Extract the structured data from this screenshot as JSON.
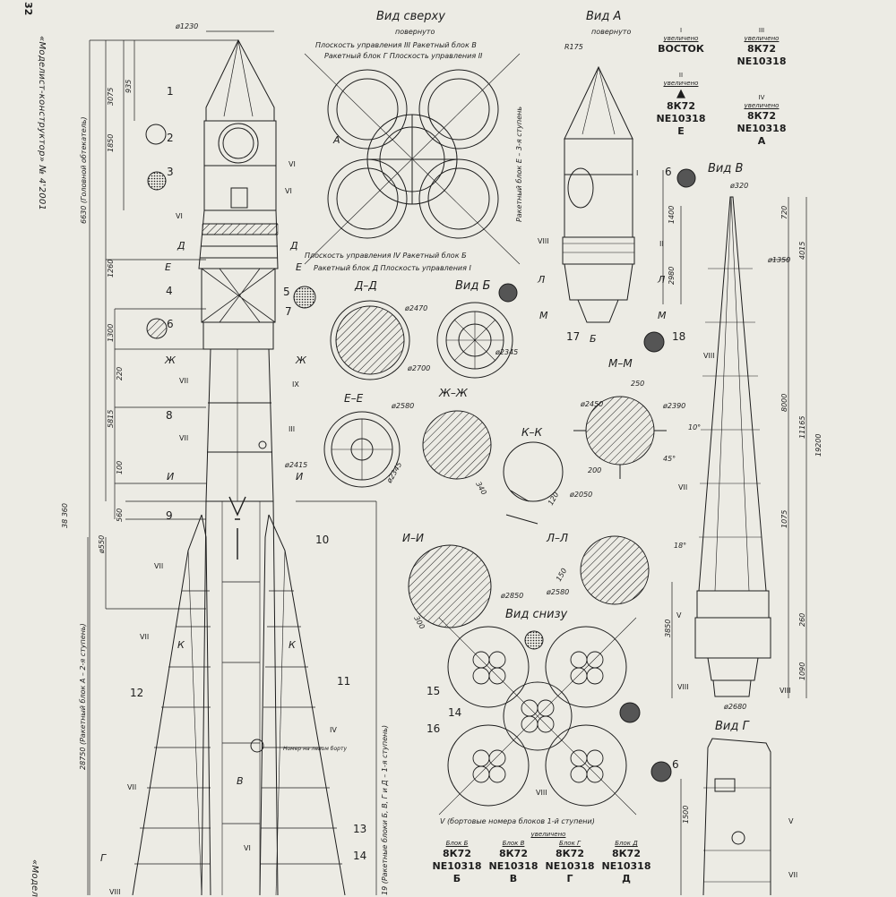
{
  "page_number": "32",
  "journal": "«Моделист-конструктор» № 4'2001",
  "journal_cut": "«Модел",
  "views": {
    "top": {
      "title": "Вид сверху",
      "note": "повернуто",
      "l1": "Плоскость управления III Ракетный блок В",
      "l2": "Ракетный блок Г  Плоскость управления II",
      "l3": "Плоскость управления IV Ракетный блок Б",
      "l4": "Ракетный блок Д  Плоскость управления I"
    },
    "a": {
      "title": "Вид А",
      "note": "повернуто",
      "r": "R175",
      "side": "Ракетный блок Е – 3-я ступень"
    },
    "b": {
      "title": "Вид Б"
    },
    "v": {
      "title": "Вид В"
    },
    "g": {
      "title": "Вид Г"
    },
    "bottom": {
      "title": "Вид снизу",
      "caption": "V (бортовые номера блоков 1-й ступени)",
      "zoom": "увеличено"
    }
  },
  "sections": {
    "dd": "Д–Д",
    "ee": "Е–Е",
    "zhzh": "Ж–Ж",
    "kk": "К–К",
    "mm": "М–М",
    "ii": "И–И",
    "ll": "Л–Л"
  },
  "markings": {
    "m1": {
      "roman": "I",
      "zoom": "увеличено",
      "text": "ВОСТОК"
    },
    "m2": {
      "roman": "II",
      "zoom": "увеличено",
      "text1": "8К72",
      "text2": "NE10318",
      "letter": "Е"
    },
    "m3": {
      "roman": "III",
      "zoom": "увеличено",
      "text": "8К72",
      "text2": "NE10318"
    },
    "m4": {
      "roman": "IV",
      "zoom": "увеличено",
      "text1": "8К72",
      "text2": "NE10318",
      "letter": "А"
    },
    "blocks": [
      {
        "head": "Блок Б",
        "t1": "8К72",
        "t2": "NE10318",
        "letter": "Б"
      },
      {
        "head": "Блок В",
        "t1": "8К72",
        "t2": "NE10318",
        "letter": "В"
      },
      {
        "head": "Блок Г",
        "t1": "8К72",
        "t2": "NE10318",
        "letter": "Г"
      },
      {
        "head": "Блок Д",
        "t1": "8К72",
        "t2": "NE10318",
        "letter": "Д"
      }
    ]
  },
  "dims": {
    "d1230": "ø1230",
    "d3075": "3075",
    "d935": "935",
    "d1850": "1850",
    "d6630": "6630 (Головной обтекатель)",
    "d1260": "1260",
    "d1300": "1300",
    "d220": "220",
    "d5815": "5815",
    "d100": "100",
    "d560": "560",
    "d38360": "38 360",
    "d4550": "ø550",
    "d28750": "28750 (Ракетный блок А – 2-я ступень)",
    "d19": "19 (Ракетные блоки Б, В, Г и Д – 1-я ступень)",
    "d2470": "ø2470",
    "d2700": "ø2700",
    "d2345": "ø2345",
    "d2580": "ø2580",
    "d2415": "ø2415",
    "d2345b": "ø2345",
    "d340": "340",
    "d2050": "ø2050",
    "d120": "120",
    "d2450": "ø2450",
    "d250": "250",
    "d2390": "ø2390",
    "d10": "10°",
    "d45": "45°",
    "d200": "200",
    "d2850": "ø2850",
    "d2580b": "ø2580",
    "d300": "300",
    "d150": "150",
    "d18": "18°",
    "d320": "ø320",
    "d720": "720",
    "d4015": "4015",
    "d1350": "ø1350",
    "d8000": "8000",
    "d11165": "11165",
    "d19200": "19200",
    "d1075": "1075",
    "d3850": "3850",
    "d260": "260",
    "d1090": "1090",
    "d2680": "ø2680",
    "d1400": "1400",
    "d2980": "2980",
    "d1500": "1500"
  },
  "callouts": [
    "1",
    "2",
    "3",
    "4",
    "5",
    "6",
    "7",
    "8",
    "9",
    "10",
    "11",
    "12",
    "13",
    "14",
    "15",
    "14",
    "16",
    "17",
    "18",
    "6",
    "6"
  ],
  "roman": [
    "VI",
    "VI",
    "VI",
    "VII",
    "IX",
    "III",
    "VII",
    "VII",
    "VII",
    "IV",
    "VII",
    "VI",
    "VIII",
    "VIII",
    "V",
    "VII",
    "VIII",
    "VIII",
    "VII",
    "VIII",
    "II",
    "I",
    "V",
    "VIII"
  ],
  "letters": {
    "D": "Д",
    "E": "Е",
    "ZH": "Ж",
    "I": "И",
    "K": "К",
    "V": "В",
    "G": "Г",
    "A": "А",
    "L": "Л",
    "M": "М",
    "B": "Б"
  },
  "notes": {
    "iv_note": "Номер на левом борту"
  },
  "colors": {
    "paper": "#ecebe4",
    "ink": "#1d1d1d"
  }
}
